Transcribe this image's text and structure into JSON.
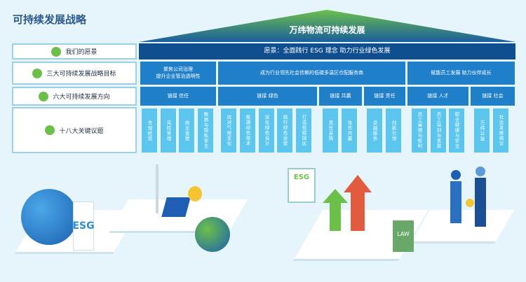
{
  "title": "可持续发展战略",
  "roof": "万纬物流可持续发展",
  "rows": {
    "vision": "我们的愿景",
    "goals": "三大可持续发展战略目标",
    "directions": "六大可持续发展方向",
    "topics": "十八大关键议题"
  },
  "vision": "愿景：全面践行 ESG 理念 助力行业绿色发展",
  "goals": [
    "聚焦公司治理\n提升企业管治透明性",
    "成为行业领先社会信赖的低碳多温区仓配服务商",
    "赋能员工发展 助力伙伴成长"
  ],
  "directions": [
    "链接 信任",
    "链接 绿色",
    "链接 共赢",
    "链接 责任",
    "链接 人才",
    "链接 社会"
  ],
  "topics": [
    "合规经营",
    "风险管理",
    "商业道德",
    "数据与隐私安全",
    "应对气候变化",
    "能源绿色技术",
    "深化绿色设计",
    "践行绿色运营",
    "打造低碳园区",
    "责任采购",
    "协作共赢",
    "卓越服务",
    "创新引领",
    "员工雇佣与权利",
    "员工培训与发展",
    "职业健康与安全",
    "万纬公益",
    "社会发展倡议"
  ],
  "illustration": {
    "esg_cube": "ESG",
    "clipboard": "ESG",
    "book": "LAW"
  }
}
